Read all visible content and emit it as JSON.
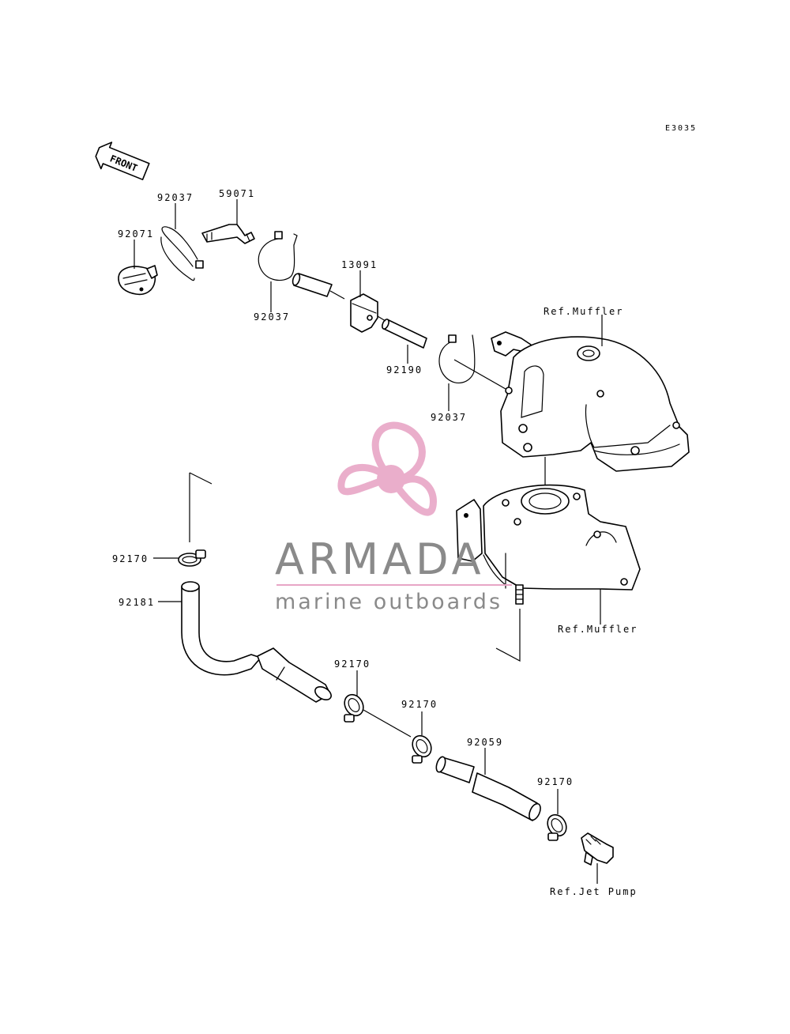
{
  "diagram_code": "E3035",
  "front_arrow": {
    "label": "FRONT",
    "icon": "front-arrow-icon"
  },
  "part_labels": {
    "p92071": "92071",
    "p92037_a": "92037",
    "p59071": "59071",
    "p92037_b": "92037",
    "p13091": "13091",
    "p92190": "92190",
    "p92037_c": "92037",
    "p92170_a": "92170",
    "p92181": "92181",
    "p92170_b": "92170",
    "p92170_c": "92170",
    "p92059": "92059",
    "p92170_d": "92170"
  },
  "ref_labels": {
    "muffler_top": "Ref.Muffler",
    "muffler_bottom": "Ref.Muffler",
    "jet_pump": "Ref.Jet Pump"
  },
  "watermark": {
    "brand": "ARMADA",
    "tagline": "marine outboards",
    "logo_icon": "propeller-logo-icon",
    "colors": {
      "pink": "#e8a6c6",
      "gray": "#8a8a8a",
      "line": "#e8a6c6"
    }
  }
}
